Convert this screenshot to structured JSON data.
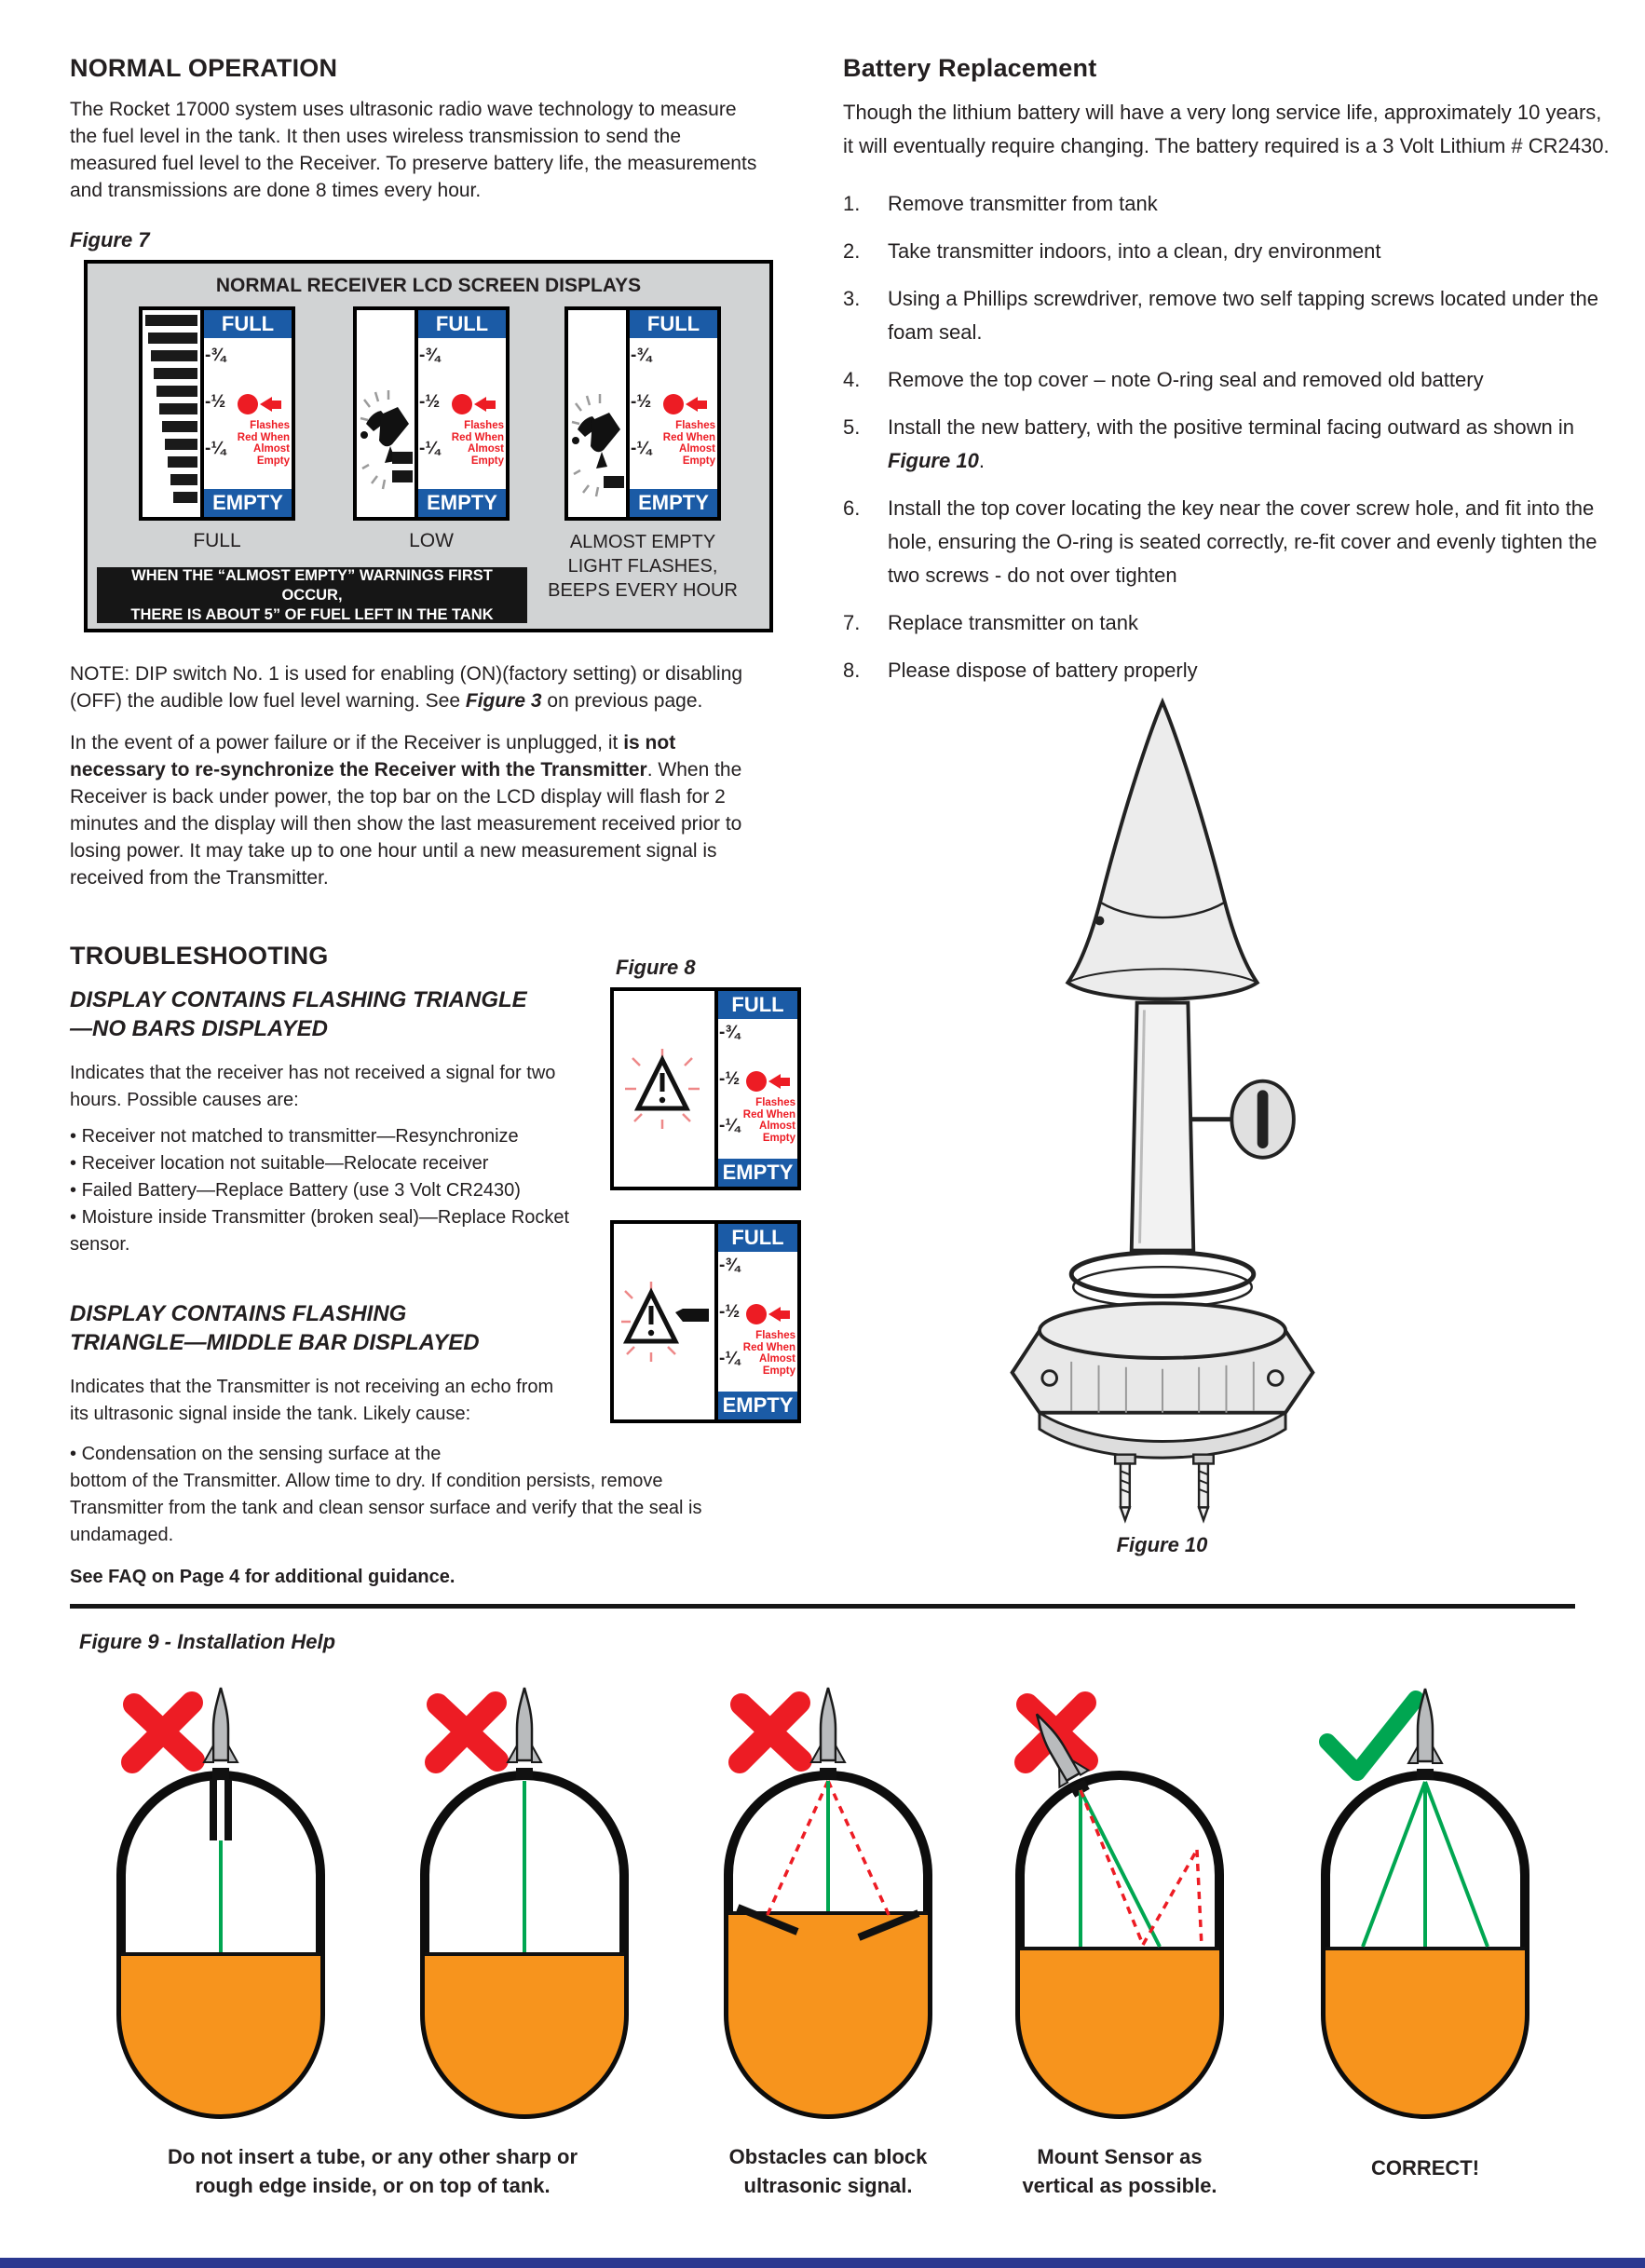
{
  "colors": {
    "lcd_blue": "#1b5ba6",
    "alert_red": "#ed1c24",
    "fuel_orange": "#f7941d",
    "ok_green": "#00a651",
    "panel_gray": "#d1d3d4",
    "footer_blue": "#2b3890"
  },
  "normal_operation": {
    "heading": "NORMAL OPERATION",
    "body": "The Rocket 17000 system uses ultrasonic radio wave technology to measure the fuel level in the tank. It then uses wireless transmission to send the measured fuel level to the Receiver. To preserve battery life, the measurements and transmissions are done 8 times every hour."
  },
  "figure7": {
    "label": "Figure 7",
    "title": "NORMAL RECEIVER LCD SCREEN DISPLAYS",
    "captions": [
      "FULL",
      "LOW",
      "ALMOST EMPTY\nLIGHT FLASHES,\nBEEPS EVERY HOUR"
    ],
    "warning": "WHEN THE “ALMOST EMPTY” WARNINGS FIRST OCCUR,\nTHERE IS ABOUT 5” OF FUEL LEFT IN THE TANK"
  },
  "lcd_scale": {
    "full": "FULL",
    "q3": "-¾",
    "q2": "-½",
    "q1": "-¼",
    "empty": "EMPTY",
    "flash_note": "Flashes Red When Almost Empty"
  },
  "note": {
    "pre": "NOTE: DIP switch No. 1 is used for enabling (ON)(factory setting) or disabling (OFF) the audible low fuel level warning.  See ",
    "bold": "Figure 3",
    "post": " on previous page."
  },
  "power": {
    "pre": "In the event of a power failure or if the Receiver is unplugged, it ",
    "bold": "is not necessary to re-synchronize the Receiver with the Transmitter",
    "post": ". When the Receiver is back under power, the top bar on the LCD display will flash for 2 minutes and the display will then show the last measurement received prior to losing power. It may take up to one hour until a new measurement signal is received from the Transmitter."
  },
  "troubleshooting": {
    "heading": "TROUBLESHOOTING",
    "sub1": "DISPLAY CONTAINS FLASHING TRIANGLE—NO BARS DISPLAYED",
    "body1": "Indicates that the receiver has not received a signal for two hours. Possible causes are:",
    "bullets1": [
      "Receiver not matched to transmitter—Resynchronize",
      "Receiver location not suitable—Relocate receiver",
      "Failed Battery—Replace Battery (use 3 Volt CR2430)",
      "Moisture inside Transmitter (broken seal)—Replace Rocket sensor."
    ],
    "sub2": "DISPLAY CONTAINS FLASHING TRIANGLE—MIDDLE BAR DISPLAYED",
    "body2": "Indicates that the Transmitter is not receiving an echo from its ultrasonic signal inside the tank. Likely cause:",
    "bullet2": "Condensation on the sensing surface at the",
    "body3": "bottom of the Transmitter. Allow time to dry. If condition persists, remove Transmitter from the tank and clean sensor surface and verify that the seal is undamaged.",
    "faq": "See FAQ on Page 4 for additional guidance."
  },
  "figure8": {
    "label": "Figure 8"
  },
  "battery": {
    "heading": "Battery Replacement",
    "intro": "Though the lithium battery will have a very long service life, approximately 10 years, it will eventually require changing. The battery required is a 3 Volt Lithium # CR2430.",
    "steps": [
      {
        "num": "1.",
        "text": "Remove transmitter from tank"
      },
      {
        "num": "2.",
        "text": "Take transmitter indoors, into a clean, dry environment"
      },
      {
        "num": "3.",
        "text": "Using a Phillips screwdriver, remove two self tapping screws located under the foam seal."
      },
      {
        "num": "4.",
        "text": "Remove the top cover – note O-ring seal and removed old battery"
      },
      {
        "num": "5.",
        "pre": "Install the new battery, with the positive terminal facing outward as shown in ",
        "bold": "Figure 10",
        "post": "."
      },
      {
        "num": "6.",
        "text": "Install the top cover locating the key near the cover screw hole, and fit into the hole, ensuring the O-ring is seated correctly, re-fit cover and evenly tighten the two screws - do not over tighten"
      },
      {
        "num": "7.",
        "text": "Replace transmitter on tank"
      },
      {
        "num": "8.",
        "text": "Please dispose of battery properly"
      }
    ]
  },
  "figure10": {
    "caption": "Figure 10"
  },
  "figure9": {
    "label": "Figure 9 - Installation Help",
    "captions": [
      "Do not insert a tube, or any other sharp or\nrough edge inside, or on top of tank.",
      "Obstacles can block\nultrasonic signal.",
      "Mount Sensor as\nvertical as possible.",
      "CORRECT!"
    ]
  }
}
